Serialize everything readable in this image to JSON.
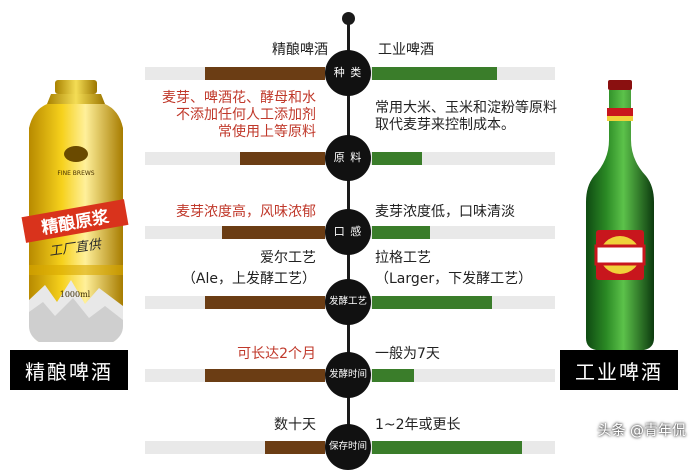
{
  "left_label": "精酿啤酒",
  "right_label": "工业啤酒",
  "left_can": {
    "brand_small": "FINE BREWS",
    "brand_main": "精酿原浆",
    "brand_sub": "工厂直供",
    "volume": "1000ml"
  },
  "rows": [
    {
      "node": "种 类",
      "left": [
        "精酿啤酒"
      ],
      "right": [
        "工业啤酒"
      ],
      "left_red": false
    },
    {
      "node": "原 料",
      "left": [
        "麦芽、啤酒花、酵母和水",
        "不添加任何人工添加剂",
        "常使用上等原料"
      ],
      "right": [
        "常用大米、玉米和淀粉等原料",
        "取代麦芽来控制成本。"
      ],
      "left_red": true
    },
    {
      "node": "口 感",
      "left": [
        "麦芽浓度高，风味浓郁"
      ],
      "right": [
        "麦芽浓度低，口味清淡"
      ],
      "left_red": true
    },
    {
      "node": "发酵工艺",
      "left": [
        "爱尔工艺",
        "（Ale，上发酵工艺）"
      ],
      "right": [
        "拉格工艺",
        "（Larger，下发酵工艺）"
      ],
      "left_red": false
    },
    {
      "node": "发酵时间",
      "left": [
        "可长达2个月"
      ],
      "right": [
        "一般为7天"
      ],
      "left_red": true
    },
    {
      "node": "保存时间",
      "left": [
        "数十天"
      ],
      "right": [
        "1~2年或更长"
      ],
      "left_red": false
    }
  ],
  "watermark": "头条 @青年侃",
  "colors": {
    "brown": "#6b3d14",
    "green": "#3a7d2a",
    "red_text": "#c0392b",
    "bar_bg": "#e9e9e9"
  }
}
